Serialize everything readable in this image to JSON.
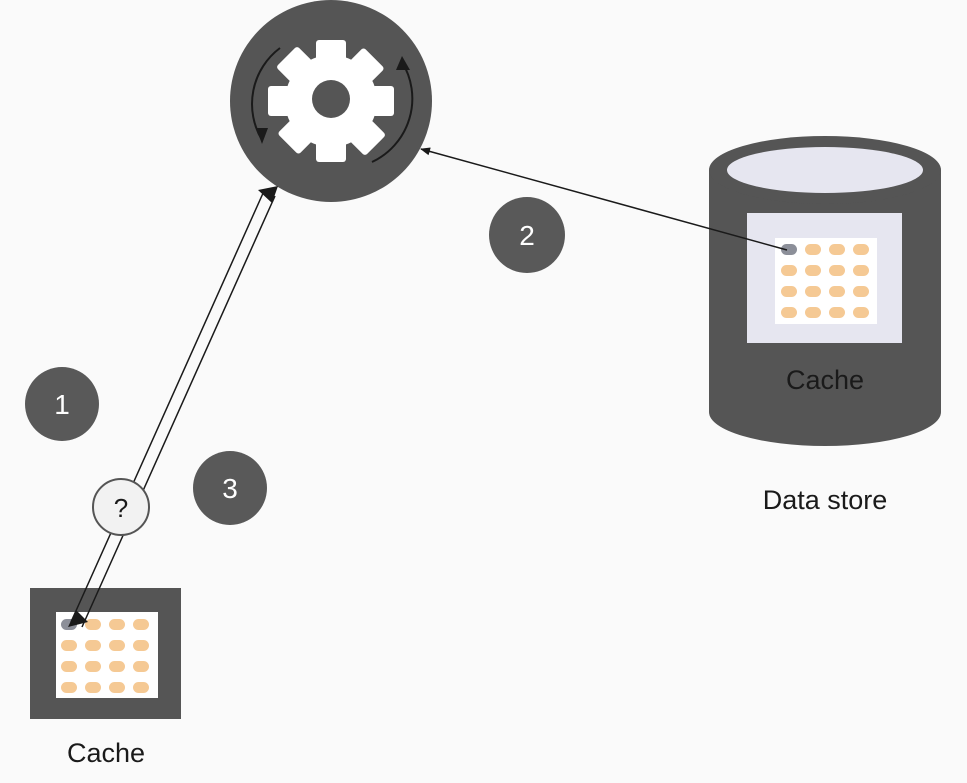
{
  "colors": {
    "background": "#fafafa",
    "dark_gray": "#555555",
    "gear_white": "#ffffff",
    "badge_gray": "#595959",
    "cache_panel_bg": "#e6e6f0",
    "cache_cell": "#f5c994",
    "cache_cell_highlight": "#8c8f99",
    "cylinder_top": "#e6e6f0",
    "question_circle_fill": "#f2f2f2"
  },
  "service": {
    "icon": "gear-icon"
  },
  "badges": [
    {
      "id": "1",
      "text": "1"
    },
    {
      "id": "2",
      "text": "2"
    },
    {
      "id": "3",
      "text": "3"
    }
  ],
  "question": {
    "text": "?"
  },
  "data_store": {
    "label": "Data store",
    "cache_label": "Cache",
    "icon": "database-cylinder-icon"
  },
  "local_cache": {
    "label": "Cache"
  }
}
